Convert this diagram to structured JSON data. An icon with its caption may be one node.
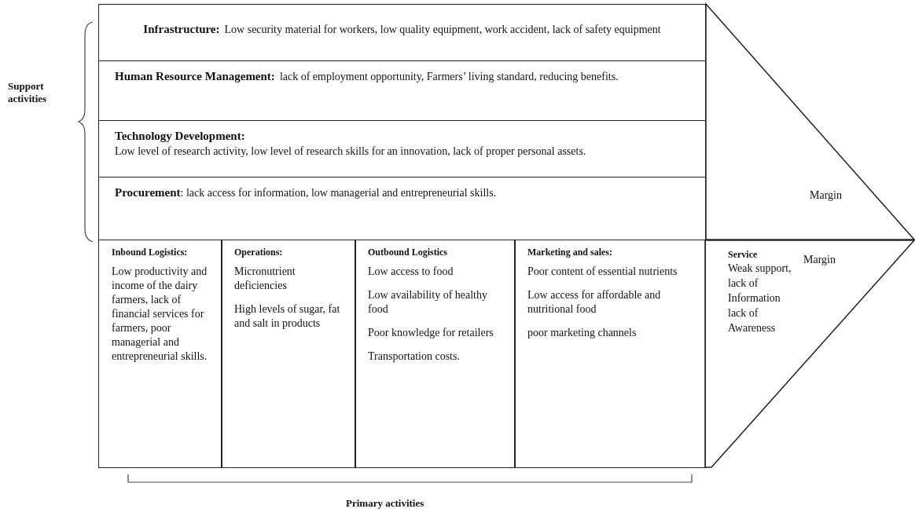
{
  "diagram": {
    "nodes": [
      {
        "text": [
          "Infrastructure:",
          "Low security material for workers, low quality equipment, work accident, lack of safety equipment"
        ]
      },
      {
        "text": [
          "Human Resource Management:",
          "lack of employment opportunity, Farmers’ living standard, reducing benefits."
        ]
      },
      {
        "text": [
          "Technology Development:",
          "Low level of research activity, low level of research skills for an innovation, lack of proper personal assets."
        ]
      },
      {
        "text": [
          "Procurement",
          ":   lack access for information, low managerial and entrepreneurial skills."
        ]
      },
      {
        "text": [
          "Margin"
        ]
      },
      {
        "text": [
          "Inbound Logistics:",
          "Low productivity and income of the dairy farmers, lack of financial services for farmers, poor managerial and entrepreneurial skills."
        ]
      },
      {
        "text": [
          "Operations:",
          "Micronutrient deficiencies",
          "High levels of sugar, fat and salt in products"
        ]
      },
      {
        "text": [
          "Outbound Logistics",
          "Low access to food",
          "Low availability of healthy food",
          "Poor knowledge for retailers",
          "Transportation costs."
        ]
      },
      {
        "text": [
          "Marketing and sales:",
          "Poor content of essential nutrients",
          "Low access for affordable and nutritional food",
          "poor marketing channels"
        ]
      },
      {
        "text": [
          "Service",
          "Weak support, lack of Information lack of Awareness"
        ]
      }
    ],
    "edges": [],
    "labels": [
      "Support activities",
      "Margin",
      "Primary activities"
    ]
  }
}
